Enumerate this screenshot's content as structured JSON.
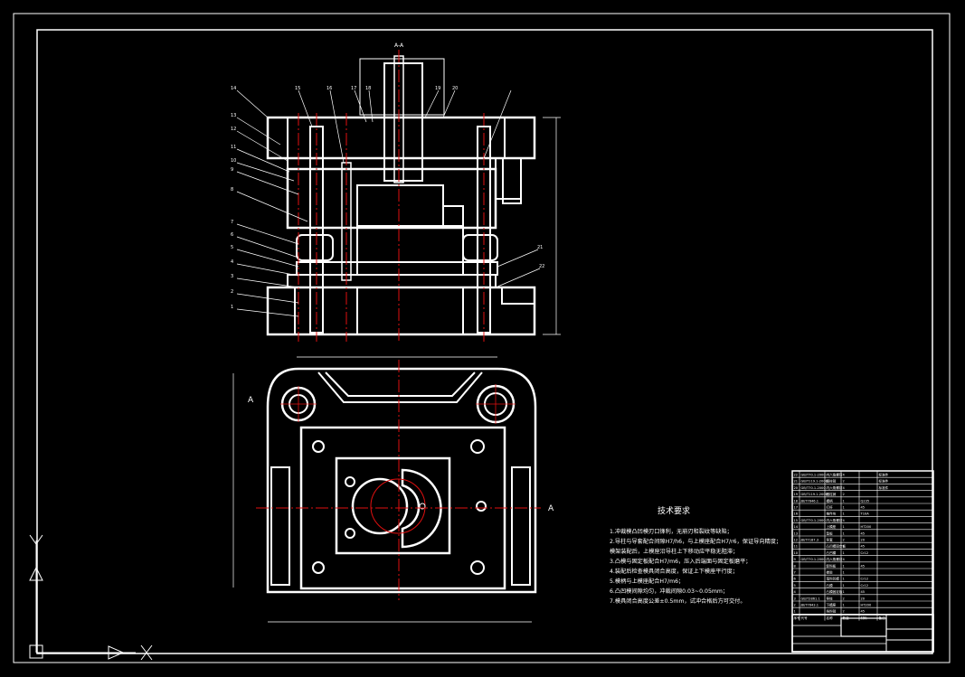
{
  "tech_requirements": {
    "title": "技术要求",
    "lines": [
      "1.冲裁模凸凹模刃口锋利，无崩刃和裂纹等缺陷；",
      "2.导柱与导套配合间隙H7/h6，与上模座配合H7/r6，保证导向精度；",
      "  模架装配后，上模座沿导柱上下移动应平稳无阻滞；",
      "3.凸模与固定板配合H7/m6，压入后端面与固定板磨平；",
      "4.装配后检查模具闭合高度，保证上下模座平行度；",
      "5.模柄与上模座配合H7/m6；",
      "6.凸凹模间隙均匀，冲裁间隙0.03~0.05mm；",
      "7.模具闭合高度公差±0.5mm，试冲合格后方可交付。"
    ]
  },
  "section_labels": {
    "center_mark": "A-A",
    "left_callouts": [
      "14",
      "13",
      "12",
      "11",
      "10",
      "9",
      "8",
      "7",
      "6",
      "5",
      "4",
      "3",
      "2",
      "1"
    ],
    "top_callouts": [
      "15",
      "16",
      "17",
      "18",
      "19",
      "20"
    ],
    "right_callouts": [
      "21",
      "22"
    ]
  },
  "bom": {
    "rows": [
      [
        "22",
        "GB/T70.1-2000",
        "内六角螺钉",
        "4",
        "",
        "标准件"
      ],
      [
        "21",
        "GB/T119.1-2000",
        "圆柱销",
        "2",
        "",
        "标准件"
      ],
      [
        "20",
        "GB/T70.1-2000",
        "内六角螺钉",
        "4",
        "",
        "标准件"
      ],
      [
        "19",
        "GB/T119.1-2000",
        "圆柱销",
        "2",
        "",
        ""
      ],
      [
        "18",
        "JB/T7646.1",
        "模柄",
        "1",
        "Q235",
        ""
      ],
      [
        "17",
        "",
        "打杆",
        "1",
        "45",
        ""
      ],
      [
        "16",
        "",
        "推件块",
        "1",
        "T10A",
        ""
      ],
      [
        "15",
        "GB/T70.1-2000",
        "内六角螺钉",
        "4",
        "",
        ""
      ],
      [
        "14",
        "",
        "上模座",
        "1",
        "HT200",
        ""
      ],
      [
        "13",
        "",
        "垫板",
        "1",
        "45",
        ""
      ],
      [
        "12",
        "JB/T7187.3",
        "导套",
        "2",
        "20",
        ""
      ],
      [
        "11",
        "",
        "凸凹模固定板",
        "1",
        "45",
        ""
      ],
      [
        "10",
        "",
        "凸凹模",
        "1",
        "Cr12",
        ""
      ],
      [
        "9",
        "GB/T70.1-2000",
        "内六角螺钉",
        "4",
        "",
        ""
      ],
      [
        "8",
        "",
        "卸料板",
        "1",
        "45",
        ""
      ],
      [
        "7",
        "",
        "橡胶",
        "1",
        "",
        ""
      ],
      [
        "6",
        "",
        "落料凹模",
        "1",
        "Cr12",
        ""
      ],
      [
        "5",
        "",
        "凸模",
        "1",
        "Cr12",
        ""
      ],
      [
        "4",
        "",
        "凸模固定板",
        "1",
        "45",
        ""
      ],
      [
        "3",
        "GB/T2861.1",
        "导柱",
        "2",
        "20",
        ""
      ],
      [
        "2",
        "JB/T7643.1",
        "下模座",
        "1",
        "HT200",
        ""
      ],
      [
        "1",
        "",
        "挡料销",
        "2",
        "45",
        ""
      ]
    ],
    "header": [
      "序号",
      "代号",
      "名称",
      "数量",
      "材料",
      "备注"
    ]
  },
  "axis_icon": {
    "y_label": "Y",
    "x_label": "X"
  }
}
